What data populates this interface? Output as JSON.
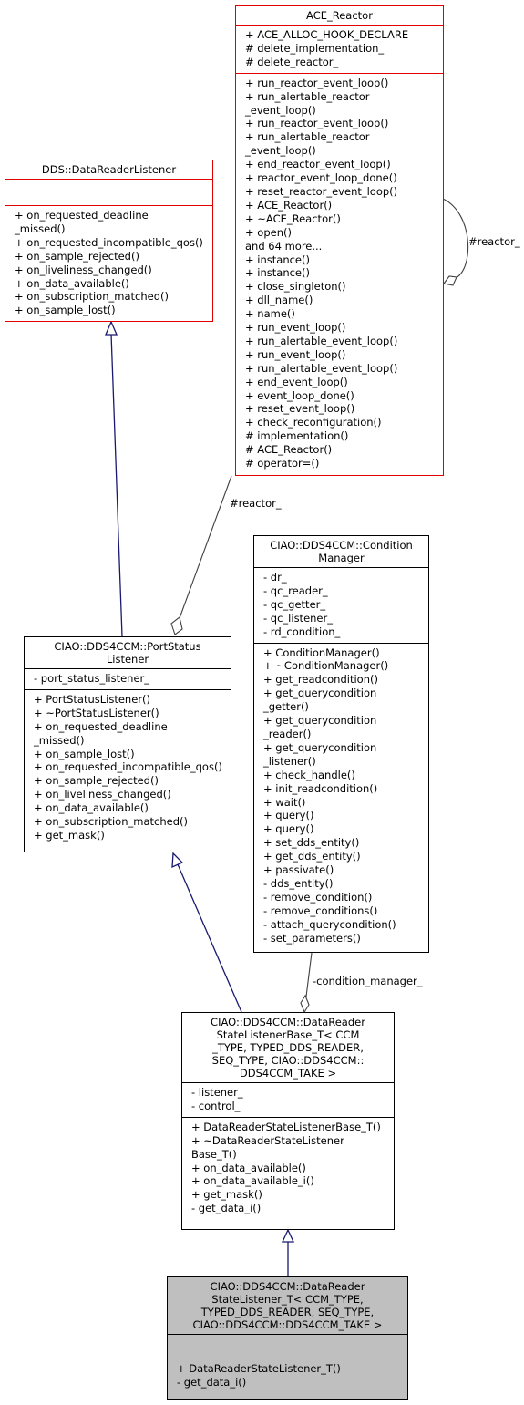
{
  "classes": {
    "ace_reactor": {
      "title": "ACE_Reactor",
      "attributes": [
        "+ ACE_ALLOC_HOOK_DECLARE",
        "# delete_implementation_",
        "# delete_reactor_"
      ],
      "methods": [
        "+ run_reactor_event_loop()",
        "+ run_alertable_reactor",
        "_event_loop()",
        "+ run_reactor_event_loop()",
        "+ run_alertable_reactor",
        "_event_loop()",
        "+ end_reactor_event_loop()",
        "+ reactor_event_loop_done()",
        "+ reset_reactor_event_loop()",
        "+ ACE_Reactor()",
        "+ ~ACE_Reactor()",
        "+ open()",
        "and 64 more...",
        "+ instance()",
        "+ instance()",
        "+ close_singleton()",
        "+ dll_name()",
        "+ name()",
        "+ run_event_loop()",
        "+ run_alertable_event_loop()",
        "+ run_event_loop()",
        "+ run_alertable_event_loop()",
        "+ end_event_loop()",
        "+ event_loop_done()",
        "+ reset_event_loop()",
        "+ check_reconfiguration()",
        "# implementation()",
        "# ACE_Reactor()",
        "# operator=()"
      ]
    },
    "dds_listener": {
      "title": "DDS::DataReaderListener",
      "attributes": [],
      "methods": [
        "+ on_requested_deadline",
        "_missed()",
        "+ on_requested_incompatible_qos()",
        "+ on_sample_rejected()",
        "+ on_liveliness_changed()",
        "+ on_data_available()",
        "+ on_subscription_matched()",
        "+ on_sample_lost()"
      ]
    },
    "condition_manager": {
      "title": "CIAO::DDS4CCM::Condition\nManager",
      "attributes": [
        "- dr_",
        "- qc_reader_",
        "- qc_getter_",
        "- qc_listener_",
        "- rd_condition_"
      ],
      "methods": [
        "+ ConditionManager()",
        "+ ~ConditionManager()",
        "+ get_readcondition()",
        "+ get_querycondition",
        "_getter()",
        "+ get_querycondition",
        "_reader()",
        "+ get_querycondition",
        "_listener()",
        "+ check_handle()",
        "+ init_readcondition()",
        "+ wait()",
        "+ query()",
        "+ query()",
        "+ set_dds_entity()",
        "+ get_dds_entity()",
        "+ passivate()",
        "- dds_entity()",
        "- remove_condition()",
        "- remove_conditions()",
        "- attach_querycondition()",
        "- set_parameters()"
      ]
    },
    "port_status": {
      "title": "CIAO::DDS4CCM::PortStatus\nListener",
      "attributes": [
        "- port_status_listener_"
      ],
      "methods": [
        "+ PortStatusListener()",
        "+ ~PortStatusListener()",
        "+ on_requested_deadline",
        "_missed()",
        "+ on_sample_lost()",
        "+ on_requested_incompatible_qos()",
        "+ on_sample_rejected()",
        "+ on_liveliness_changed()",
        "+ on_data_available()",
        "+ on_subscription_matched()",
        "+ get_mask()"
      ]
    },
    "state_base": {
      "title": "CIAO::DDS4CCM::DataReader\nStateListenerBase_T< CCM\n_TYPE, TYPED_DDS_READER,\n SEQ_TYPE, CIAO::DDS4CCM::\nDDS4CCM_TAKE >",
      "attributes": [
        "- listener_",
        "- control_"
      ],
      "methods": [
        "+ DataReaderStateListenerBase_T()",
        "+ ~DataReaderStateListener",
        "Base_T()",
        "+ on_data_available()",
        "+ on_data_available_i()",
        "+ get_mask()",
        "- get_data_i()"
      ]
    },
    "state_listener": {
      "title": "CIAO::DDS4CCM::DataReader\nStateListener_T< CCM_TYPE,\n TYPED_DDS_READER, SEQ_TYPE,\n CIAO::DDS4CCM::DDS4CCM_TAKE >",
      "attributes": [],
      "methods": [
        "+ DataReaderStateListener_T()",
        "- get_data_i()"
      ]
    }
  },
  "edge_labels": {
    "reactor_self": "#reactor_",
    "reactor_to_port": "#reactor_",
    "condition_manager": "-condition_manager_"
  },
  "colors": {
    "highlight_border": "#e00000",
    "focus_fill": "#bfbfbf",
    "inherit_arrow": "#191970",
    "assoc_line": "#404040"
  }
}
